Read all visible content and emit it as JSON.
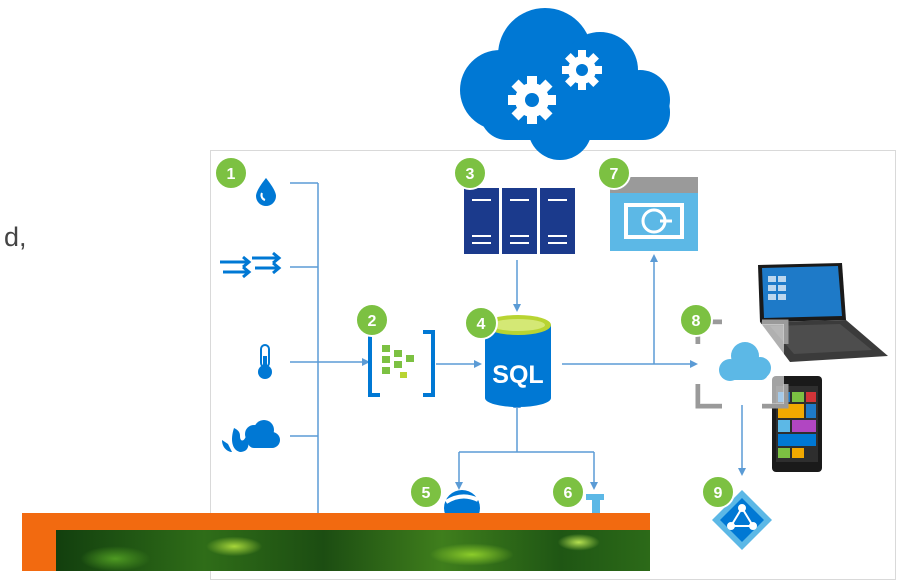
{
  "partial_text": "d,",
  "badges": [
    "1",
    "2",
    "3",
    "4",
    "5",
    "6",
    "7",
    "8",
    "9"
  ],
  "sql_label": "SQL",
  "colors": {
    "accent_blue": "#0078d4",
    "dark_navy": "#1b3a8c",
    "light_blue": "#5cb8e6",
    "badge_green": "#7cc142",
    "sql_green": "#b8d432",
    "connector": "#5b9bd5",
    "banner_orange": "#f26a10"
  },
  "icons": {
    "cloud": "cloud-gear-icon",
    "source_1": "water-drop-icon",
    "source_2": "data-streams-icon",
    "source_3": "thermometer-icon",
    "source_4": "weather-cloud-icon",
    "ingest": "event-hub-icon",
    "storage": "server-rack-icon",
    "database": "sql-database-icon",
    "analysis": "data-factory-icon",
    "app": "app-service-icon",
    "service_5": "globe-icon",
    "service_6": "lab-flask-icon",
    "directory": "active-directory-icon",
    "device_tablet": "tablet-device-icon",
    "device_phone": "phone-device-icon"
  }
}
